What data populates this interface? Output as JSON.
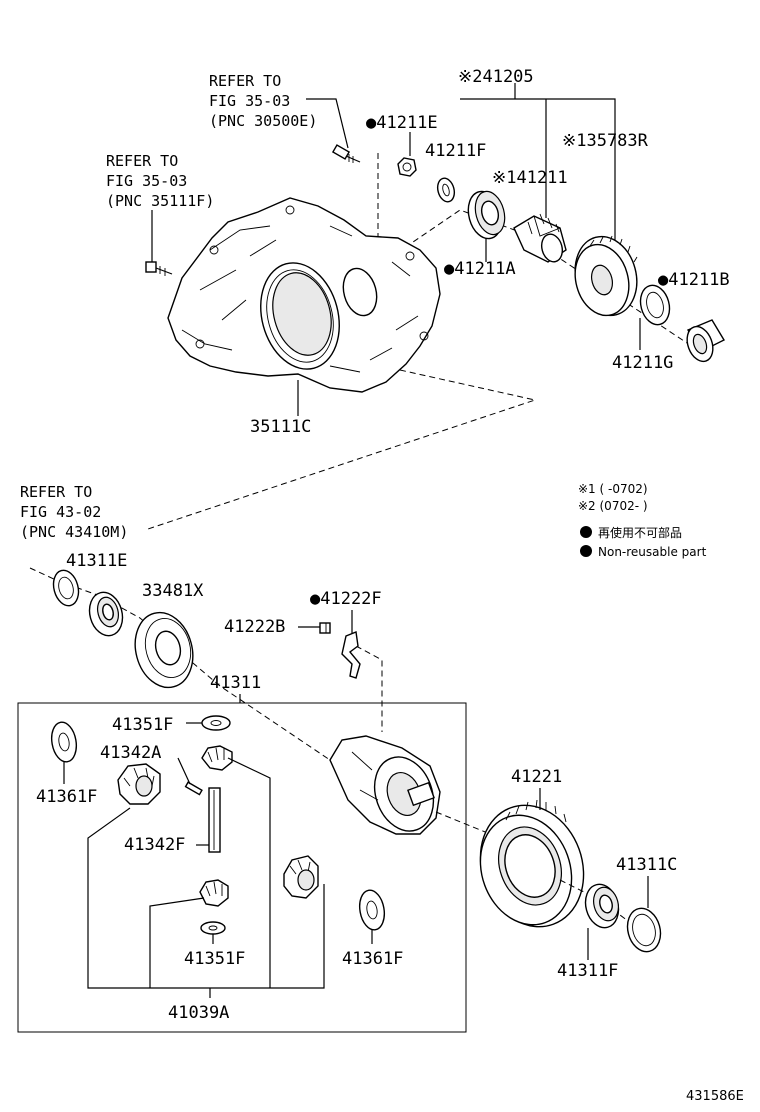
{
  "diagram": {
    "drawing_id": "431586E",
    "notes": {
      "note1": "※1 (      -0702)",
      "note2": "※2 (0702-      )",
      "legend_reuse_jp": "再使用不可部品",
      "legend_reuse_en": "Non-reusable part"
    },
    "refs": {
      "ref_30500e": [
        "REFER TO",
        "FIG 35-03",
        "(PNC 30500E)"
      ],
      "ref_35111f": [
        "REFER TO",
        "FIG 35-03",
        "(PNC 35111F)"
      ],
      "ref_43410m": [
        "REFER TO",
        "FIG 43-02",
        "(PNC 43410M)"
      ]
    },
    "labels": {
      "p41205": "※241205",
      "p41211e": "●41211E",
      "p41211f": "41211F",
      "p35783r": "※135783R",
      "p41211": "※141211",
      "p41211a": "●41211A",
      "p41211b": "●41211B",
      "p41211g": "41211G",
      "p35111c": "35111C",
      "p41311e": "41311E",
      "p33481x": "33481X",
      "p41222f": "●41222F",
      "p41222b": "41222B",
      "p41311": "41311",
      "p41351f_top": "41351F",
      "p41342a": "41342A",
      "p41361f_left": "41361F",
      "p41342f": "41342F",
      "p41351f_bottom": "41351F",
      "p41361f_right": "41361F",
      "p41039a": "41039A",
      "p41221": "41221",
      "p41311c": "41311C",
      "p41311f": "41311F"
    }
  }
}
